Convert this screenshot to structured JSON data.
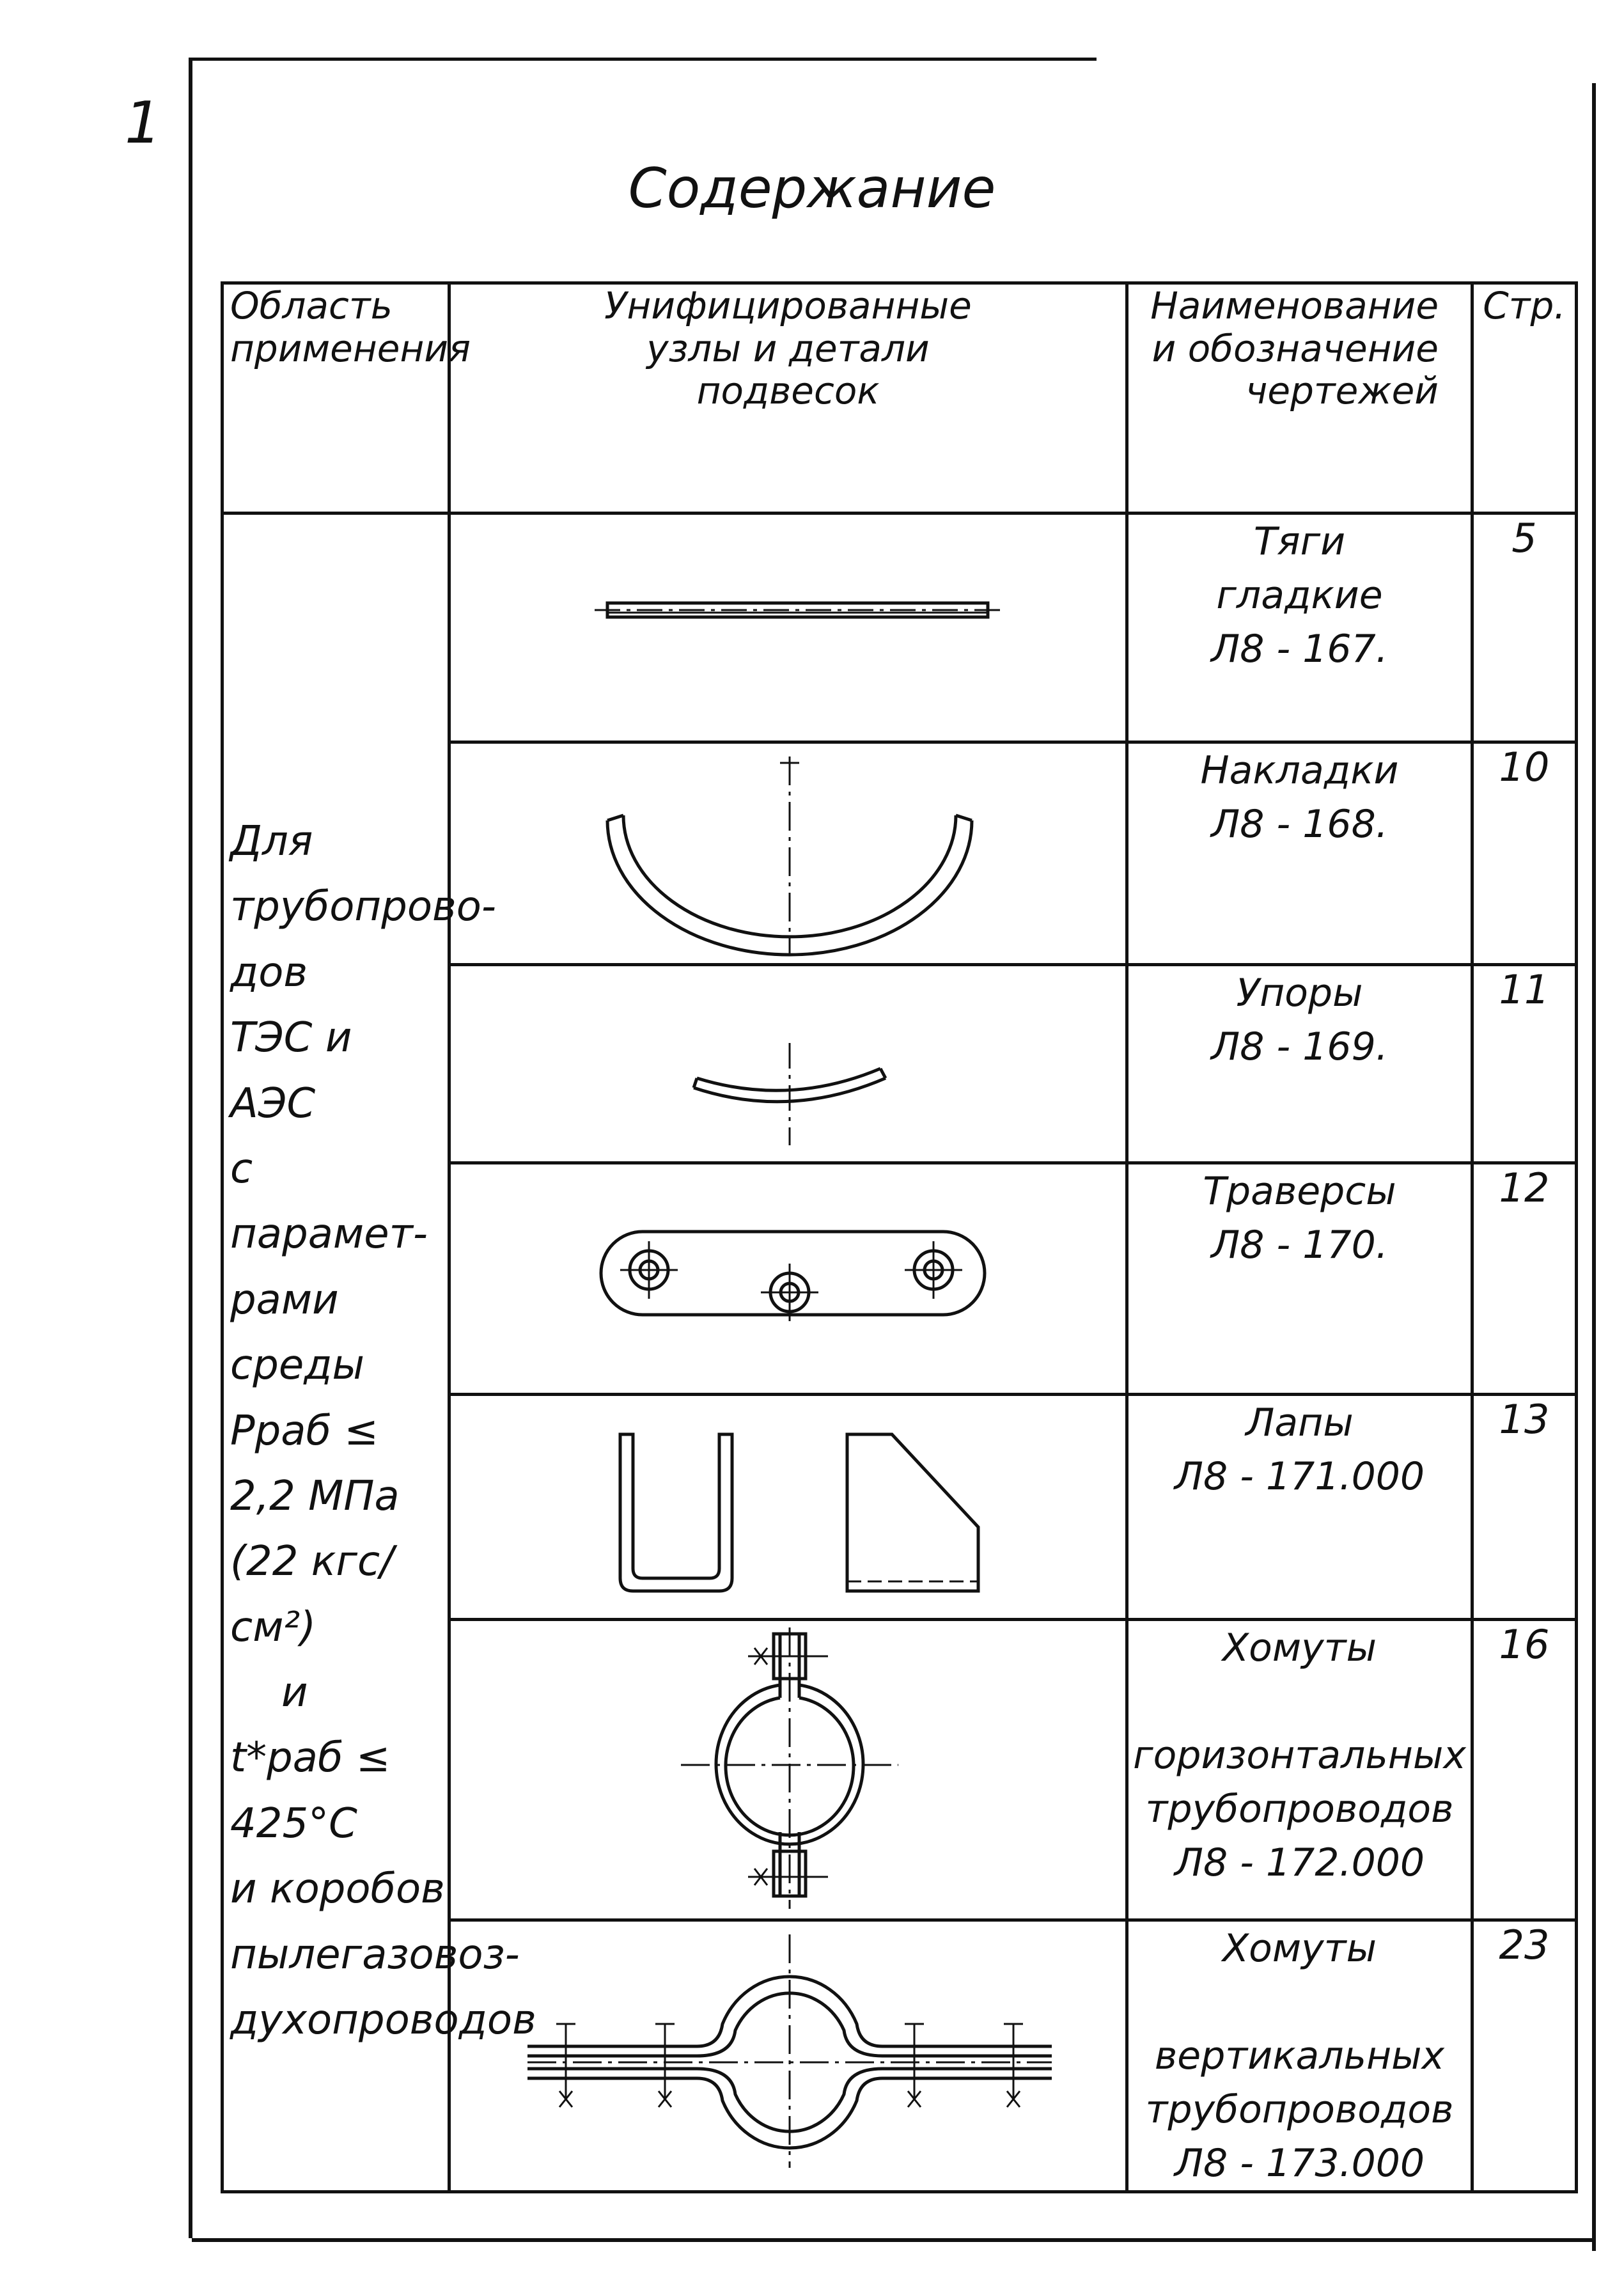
{
  "sheet_number": "1",
  "title": "Содержание",
  "table": {
    "headers": {
      "area": "Область\nприменения",
      "units": "Унифицированные\nузлы и детали\nподвесок",
      "name": "Наименование\nи обозначение\nчертежей",
      "page": "Стр."
    },
    "application_area": {
      "text": "Для\nтрубопрово-\nдов\nТЭС и АЭС\nс парамет-\nрами среды",
      "pressure": "Pраб ≤ 2,2 МПа",
      "pressure_alt": "(22 кгс/см²)",
      "conj": "и",
      "temperature": "t*раб ≤ 425°C",
      "tail": "и коробов\nпылегазовоз-\nдухопроводов"
    },
    "rows": [
      {
        "drawing": "rod-icon",
        "name": "Тяги\nгладкие\nЛ8 - 167.",
        "page": "5"
      },
      {
        "drawing": "semicircle-plate-icon",
        "name": "Накладки\nЛ8 - 168.",
        "page": "10"
      },
      {
        "drawing": "arc-stop-icon",
        "name": "Упоры\nЛ8 - 169.",
        "page": "11"
      },
      {
        "drawing": "traverse-icon",
        "name": "Траверсы\nЛ8 - 170.",
        "page": "12"
      },
      {
        "drawing": "paw-icon",
        "name": "Лапы\nЛ8 - 171.000",
        "page": "13"
      },
      {
        "drawing": "clamp-horizontal-icon",
        "name": "Хомуты\n\nгоризонтальных\nтрубопроводов\nЛ8 - 172.000",
        "page": "16"
      },
      {
        "drawing": "clamp-vertical-icon",
        "name": "Хомуты\n\nвертикальных\nтрубопроводов\nЛ8 - 173.000",
        "page": "23"
      }
    ]
  }
}
